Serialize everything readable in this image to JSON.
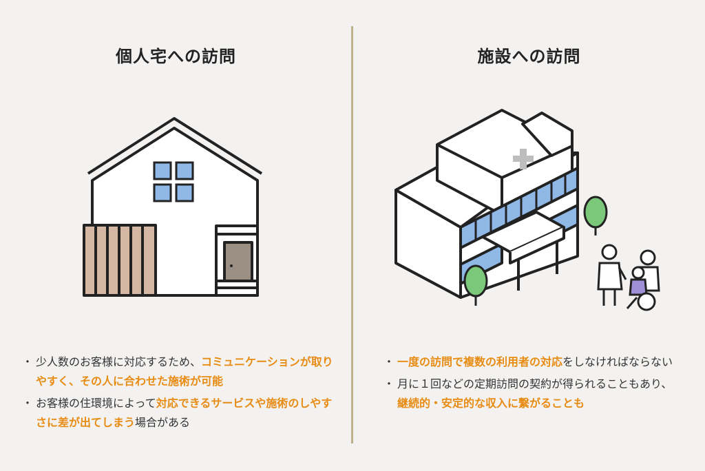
{
  "left": {
    "title": "個人宅への訪問",
    "bullets": [
      {
        "segments": [
          {
            "text": "少人数のお客様に対応するため、",
            "hl": false
          },
          {
            "text": "コミュニケーションが取りやすく、その人に合わせた施術が可能",
            "hl": true
          }
        ]
      },
      {
        "segments": [
          {
            "text": "お客様の住環境によって",
            "hl": false
          },
          {
            "text": "対応できるサービスや施術のしやすさに差が出てしまう",
            "hl": true
          },
          {
            "text": "場合がある",
            "hl": false
          }
        ]
      }
    ]
  },
  "right": {
    "title": "施設への訪問",
    "bullets": [
      {
        "segments": [
          {
            "text": "一度の訪問で複数の利用者の対応",
            "hl": true
          },
          {
            "text": "をしなければならない",
            "hl": false
          }
        ]
      },
      {
        "segments": [
          {
            "text": "月に１回などの定期訪問の契約が得られることもあり、",
            "hl": false
          },
          {
            "text": "継続的・安定的な収入に繋がることも",
            "hl": true
          }
        ]
      }
    ]
  },
  "colors": {
    "highlight": "#e88b12",
    "divider": "#bcb18a",
    "window_blue": "#8fb8e6",
    "fence_brown": "#d4b8a4",
    "door_brown": "#9c8f84",
    "tree_green": "#7bc87a",
    "background": "#f3f2f1"
  },
  "icons": [
    "house-icon",
    "hospital-building-icon",
    "tree-icon",
    "nurse-icon",
    "caregiver-icon",
    "wheelchair-icon",
    "cross-icon"
  ]
}
